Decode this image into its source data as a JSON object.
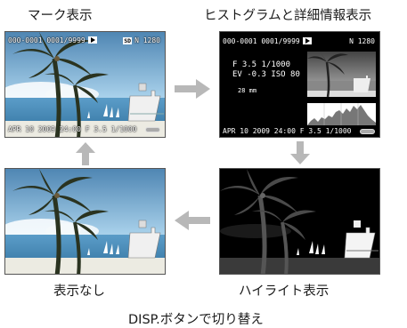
{
  "panels": {
    "mark": {
      "caption": "マーク表示",
      "file_no": "000-0001",
      "counter": "0001/9999",
      "sd_label": "SD",
      "quality": "N 1280",
      "footer": "APR 10 2009 24:00 F 3.5 1/1000"
    },
    "histogram": {
      "caption": "ヒストグラムと詳細情報表示",
      "file_no": "000-0001",
      "counter": "0001/9999",
      "quality": "N 1280",
      "aperture_shutter": "F 3.5  1/1000",
      "ev_iso": "EV -0.3  ISO 80",
      "focal": "28 mm",
      "footer": "APR 10 2009 24:00 F 3.5 1/1000"
    },
    "highlight": {
      "caption": "ハイライト表示"
    },
    "none": {
      "caption": "表示なし"
    }
  },
  "footer_caption": "DISP.ボタンで切り替え",
  "colors": {
    "arrow": "#b8b8b8",
    "sky": "#9ec9e6",
    "sea": "#4f8fb8",
    "palm": "#2a3320"
  }
}
